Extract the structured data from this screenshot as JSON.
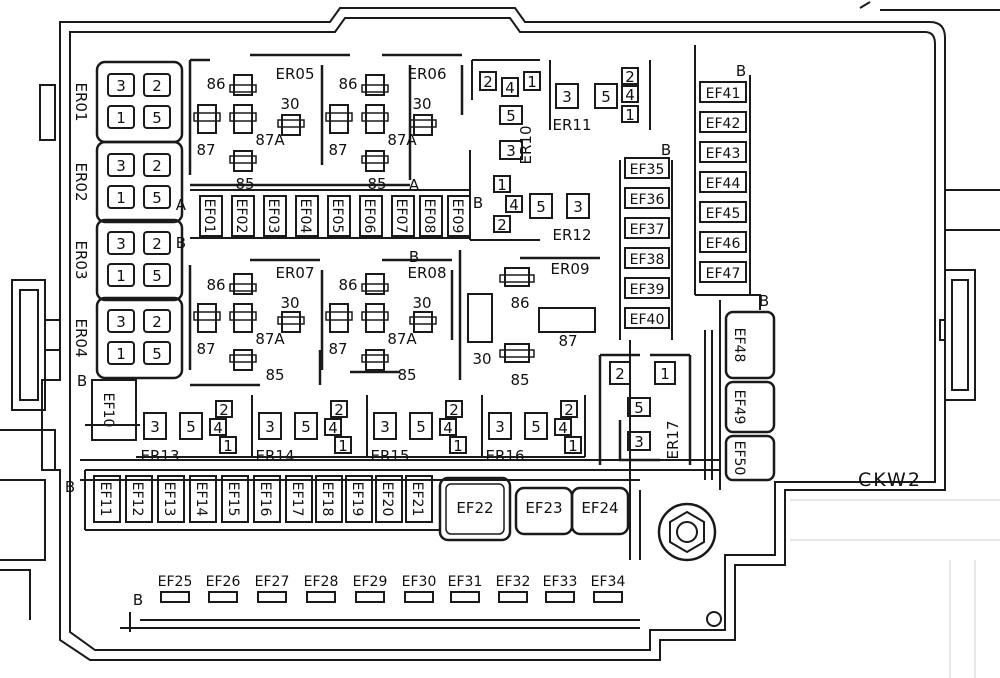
{
  "diagram": {
    "corner_label": "CKW2",
    "colors": {
      "line": "#1a1a1a",
      "grid": "#cfcfcf",
      "fill": "#ffffff"
    },
    "relays_main": [
      "ER01",
      "ER02",
      "ER03",
      "ER04"
    ],
    "relay_pins": [
      "3",
      "2",
      "1",
      "5"
    ],
    "relay_groups": [
      {
        "name": "ER05",
        "pins": [
          "86",
          "30",
          "87",
          "87A",
          "85"
        ]
      },
      {
        "name": "ER06",
        "pins": [
          "86",
          "30",
          "87",
          "87A",
          "85"
        ]
      },
      {
        "name": "ER07",
        "pins": [
          "86",
          "30",
          "87",
          "87A",
          "85"
        ]
      },
      {
        "name": "ER08",
        "pins": [
          "86",
          "30",
          "87",
          "87A",
          "85"
        ]
      }
    ],
    "relay_er09": {
      "name": "ER09",
      "pins": [
        "86",
        "87",
        "30",
        "85"
      ]
    },
    "small_relays": [
      {
        "name": "ER10",
        "pins": [
          "2",
          "4",
          "1",
          "5",
          "3"
        ]
      },
      {
        "name": "ER11",
        "pins": [
          "3",
          "5",
          "2",
          "4",
          "1"
        ]
      },
      {
        "name": "ER12",
        "pins": [
          "1",
          "2",
          "4",
          "5",
          "3"
        ]
      },
      {
        "name": "ER13",
        "pins": [
          "3",
          "5",
          "2",
          "4",
          "1"
        ]
      },
      {
        "name": "ER14",
        "pins": [
          "3",
          "5",
          "2",
          "4",
          "1"
        ]
      },
      {
        "name": "ER15",
        "pins": [
          "3",
          "5",
          "2",
          "4",
          "1"
        ]
      },
      {
        "name": "ER16",
        "pins": [
          "3",
          "5",
          "2",
          "4",
          "1"
        ]
      },
      {
        "name": "ER17",
        "pins": [
          "2",
          "1",
          "5",
          "3"
        ]
      }
    ],
    "fuse_row_top": [
      "EF01",
      "EF02",
      "EF03",
      "EF04",
      "EF05",
      "EF06",
      "EF07",
      "EF08",
      "EF09"
    ],
    "fuse_col_mid": [
      "EF35",
      "EF36",
      "EF37",
      "EF38",
      "EF39",
      "EF40"
    ],
    "fuse_col_right": [
      "EF41",
      "EF42",
      "EF43",
      "EF44",
      "EF45",
      "EF46",
      "EF47"
    ],
    "fuse_col_side": [
      "EF48",
      "EF49",
      "EF50"
    ],
    "fuse_single": "EF10",
    "fuse_row_bottom": [
      "EF11",
      "EF12",
      "EF13",
      "EF14",
      "EF15",
      "EF16",
      "EF17",
      "EF18",
      "EF19",
      "EF20",
      "EF21"
    ],
    "fuse_large": [
      "EF22",
      "EF23",
      "EF24"
    ],
    "fuse_row_mini": [
      "EF25",
      "EF26",
      "EF27",
      "EF28",
      "EF29",
      "EF30",
      "EF31",
      "EF32",
      "EF33",
      "EF34"
    ],
    "side_markers": [
      "A",
      "B"
    ]
  }
}
